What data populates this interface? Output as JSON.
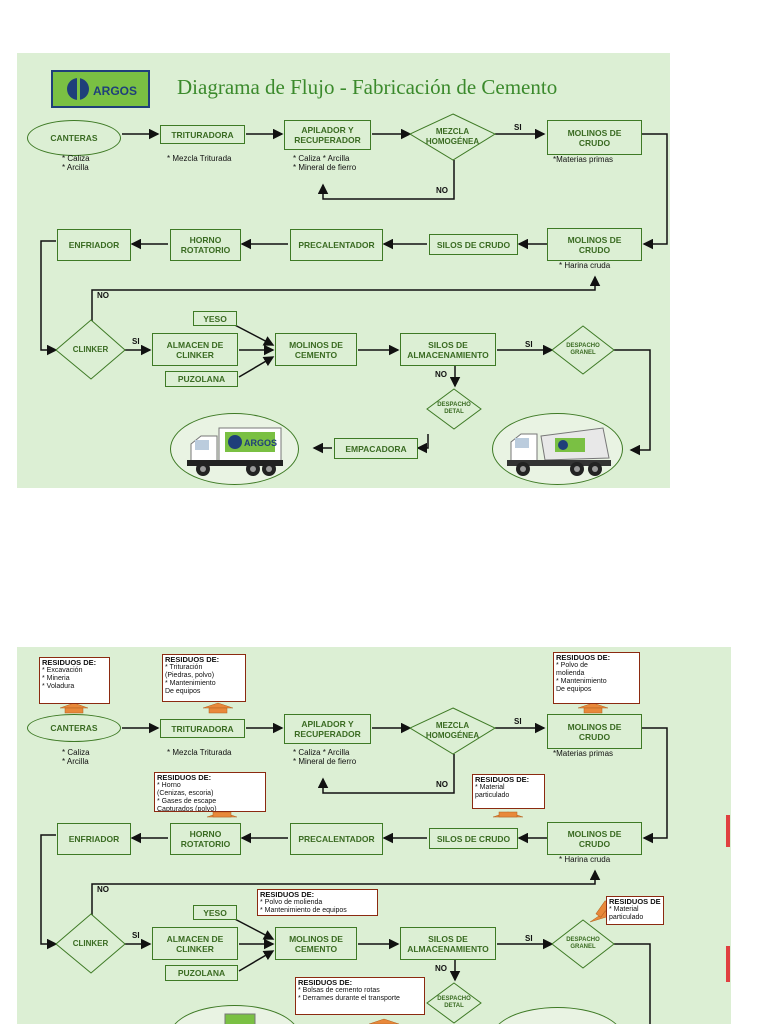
{
  "panel1": {
    "title": "Diagrama de Flujo - Fabricación de Cemento",
    "logo_text": "ARGOS",
    "nodes": {
      "canteras": "CANTERAS",
      "trituradora": "TRITURADORA",
      "apilador": "APILADOR Y\nRECUPERADOR",
      "mezcla": "MEZCLA\nHOMOGÉNEA",
      "molinos_crudo_1": "MOLINOS DE\nCRUDO",
      "molinos_crudo_2": "MOLINOS DE\nCRUDO",
      "silos_crudo": "SILOS DE CRUDO",
      "precalentador": "PRECALENTADOR",
      "horno": "HORNO\nROTATORIO",
      "enfriador": "ENFRIADOR",
      "clinker": "CLINKER",
      "yeso": "YESO",
      "almacen": "ALMACEN DE\nCLINKER",
      "puzolana": "PUZOLANA",
      "molinos_cemento": "MOLINOS DE\nCEMENTO",
      "silos_almacenamiento": "SILOS DE\nALMACENAMIENTO",
      "despacho_granel": "DESPACHO\nGRANEL",
      "despacho_detal": "DESPACHO\nDETAL",
      "empacadora": "EMPACADORA"
    },
    "notes": {
      "canteras": "* Caliza\n* Arcilla",
      "trituradora": "* Mezcla Triturada",
      "apilador": "* Caliza * Arcilla\n* Mineral de fierro",
      "molinos_crudo_1": "*Materias primas",
      "molinos_crudo_2": "* Harina cruda"
    },
    "labels": {
      "si": "SI",
      "no": "NO"
    },
    "truck_logo": "ARGOS"
  },
  "panel2": {
    "residuos": [
      {
        "title": "RESIDUOS DE:",
        "text": "* Excavación\n* Mineria\n* Voladura"
      },
      {
        "title": "RESIDUOS DE:",
        "text": "* Trituración\n  (Piedras, polvo)\n* Mantenimiento\n  De equipos"
      },
      {
        "title": "RESIDUOS DE:",
        "text": "* Polvo de\n  molienda\n* Mantenimiento\n  De equipos"
      },
      {
        "title": "RESIDUOS DE:",
        "text": "* Horno\n  (Cenizas, escoria)\n* Gases de escape\n  Capturados (polvo)"
      },
      {
        "title": "RESIDUOS DE:",
        "text": "* Material\n  particulado"
      },
      {
        "title": "RESIDUOS DE:",
        "text": "* Polvo de molienda\n* Mantenimiento de equipos"
      },
      {
        "title": "RESIDUOS DE",
        "text": "* Material\n  particulado"
      },
      {
        "title": "RESIDUOS DE:",
        "text": "* Bolsas de cemento rotas\n* Derrames durante el transporte"
      }
    ]
  }
}
